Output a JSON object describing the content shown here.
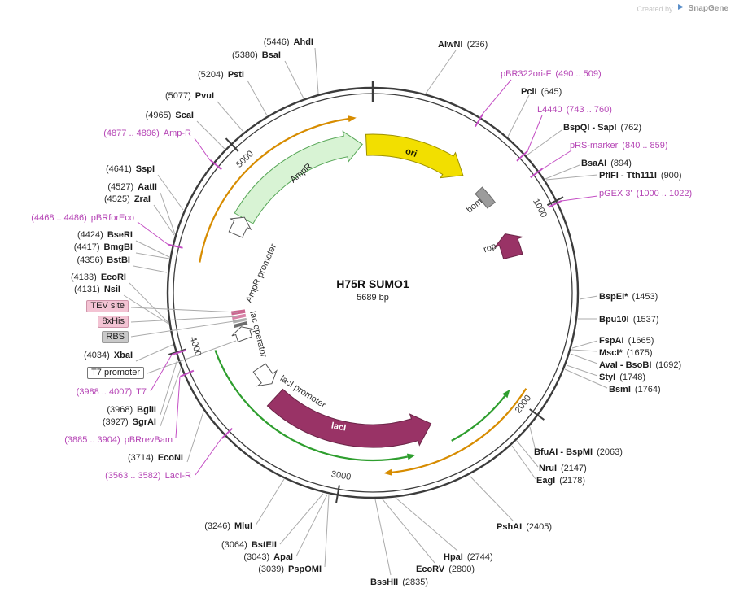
{
  "watermark": {
    "created_by": "Created by",
    "brand": "SnapGene"
  },
  "plasmid": {
    "name": "H75R SUMO1",
    "size": "5689 bp"
  },
  "ticks": {
    "t1000": "1000",
    "t2000": "2000",
    "t3000": "3000",
    "t4000": "4000",
    "t5000": "5000"
  },
  "features": {
    "ori": "ori",
    "bom": "bom",
    "rop": "rop",
    "ampr": "AmpR",
    "ampr_promoter": "AmpR promoter",
    "lac_operator": "lac operator",
    "laci_promoter": "lacI promoter",
    "laci": "lacI",
    "tev_site": "TEV site",
    "his_tag": "8xHis",
    "rbs": "RBS",
    "t7_promoter": "T7 promoter"
  },
  "enzymes_left": [
    {
      "pos": "(5446)",
      "name": "AhdI"
    },
    {
      "pos": "(5380)",
      "name": "BsaI"
    },
    {
      "pos": "(5204)",
      "name": "PstI"
    },
    {
      "pos": "(5077)",
      "name": "PvuI"
    },
    {
      "pos": "(4965)",
      "name": "ScaI"
    },
    {
      "pos": "(4641)",
      "name": "SspI"
    },
    {
      "pos": "(4527)",
      "name": "AatII"
    },
    {
      "pos": "(4525)",
      "name": "ZraI"
    },
    {
      "pos": "(4424)",
      "name": "BseRI"
    },
    {
      "pos": "(4417)",
      "name": "BmgBI"
    },
    {
      "pos": "(4356)",
      "name": "BstBI"
    },
    {
      "pos": "(4133)",
      "name": "EcoRI"
    },
    {
      "pos": "(4131)",
      "name": "NsiI"
    },
    {
      "pos": "(4034)",
      "name": "XbaI"
    },
    {
      "pos": "(3968)",
      "name": "BglII"
    },
    {
      "pos": "(3927)",
      "name": "SgrAI"
    },
    {
      "pos": "(3714)",
      "name": "EcoNI"
    },
    {
      "pos": "(3246)",
      "name": "MluI"
    },
    {
      "pos": "(3064)",
      "name": "BstEII"
    },
    {
      "pos": "(3043)",
      "name": "ApaI"
    },
    {
      "pos": "(3039)",
      "name": "PspOMI"
    }
  ],
  "enzymes_right": [
    {
      "name": "AlwNI",
      "pos": "(236)"
    },
    {
      "name": "PciI",
      "pos": "(645)"
    },
    {
      "name": "BspQI - SapI",
      "pos": "(762)"
    },
    {
      "name": "BsaAI",
      "pos": "(894)"
    },
    {
      "name": "PflFI - Tth111I",
      "pos": "(900)"
    },
    {
      "name": "BspEI*",
      "pos": "(1453)"
    },
    {
      "name": "Bpu10I",
      "pos": "(1537)"
    },
    {
      "name": "FspAI",
      "pos": "(1665)"
    },
    {
      "name": "MscI*",
      "pos": "(1675)"
    },
    {
      "name": "AvaI - BsoBI",
      "pos": "(1692)"
    },
    {
      "name": "StyI",
      "pos": "(1748)"
    },
    {
      "name": "BsmI",
      "pos": "(1764)"
    },
    {
      "name": "BfuAI - BspMI",
      "pos": "(2063)"
    },
    {
      "name": "NruI",
      "pos": "(2147)"
    },
    {
      "name": "EagI",
      "pos": "(2178)"
    },
    {
      "name": "PshAI",
      "pos": "(2405)"
    },
    {
      "name": "HpaI",
      "pos": "(2744)"
    },
    {
      "name": "EcoRV",
      "pos": "(2800)"
    },
    {
      "name": "BssHII",
      "pos": "(2835)"
    }
  ],
  "primers_left": [
    {
      "pos": "(4877 .. 4896)",
      "name": "Amp-R"
    },
    {
      "pos": "(4468 .. 4486)",
      "name": "pBRforEco"
    },
    {
      "pos": "(3988 .. 4007)",
      "name": "T7"
    },
    {
      "pos": "(3885 .. 3904)",
      "name": "pBRrevBam"
    },
    {
      "pos": "(3563 .. 3582)",
      "name": "LacI-R"
    }
  ],
  "primers_right": [
    {
      "name": "pBR322ori-F",
      "pos": "(490 .. 509)"
    },
    {
      "name": "L4440",
      "pos": "(743 .. 760)"
    },
    {
      "name": "pRS-marker",
      "pos": "(840 .. 859)"
    },
    {
      "name": "pGEX 3'",
      "pos": "(1000 .. 1022)"
    }
  ],
  "colors": {
    "primer_purple": "#b544b5",
    "cds_maroon": "#993366",
    "ori_yellow": "#f2df00",
    "ampr_green": "#d8f3d4",
    "orf_green": "#2e9e2e",
    "orf_orange": "#d78c00",
    "bom_gray": "#9c9c9c"
  }
}
